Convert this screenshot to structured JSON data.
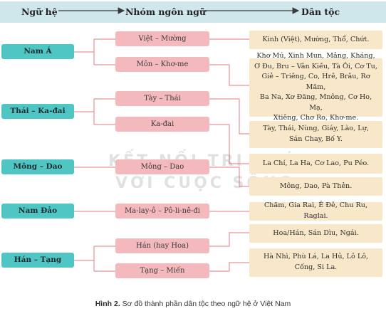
{
  "header": {
    "col1": "Ngữ hệ",
    "col2": "Nhóm ngôn ngữ",
    "col3": "Dân tộc"
  },
  "families": [
    {
      "label": "Nam Á"
    },
    {
      "label": "Thái – Ka-đai"
    },
    {
      "label": "Mông – Dao"
    },
    {
      "label": "Nam Đảo"
    },
    {
      "label": "Hán – Tạng"
    }
  ],
  "groups": [
    {
      "label": "Việt – Mường"
    },
    {
      "label": "Môn – Khơ-me"
    },
    {
      "label": "Tày – Thái"
    },
    {
      "label": "Ka-đai"
    },
    {
      "label": "Mông – Dao"
    },
    {
      "label": "Ma-lay-ô – Pô-li-nê-đi"
    },
    {
      "label": "Hán (hay Hoa)"
    },
    {
      "label": "Tạng – Miến"
    }
  ],
  "ethnic": [
    {
      "lines": [
        "Kinh (Việt), Mường, Thổ, Chứt."
      ]
    },
    {
      "lines": [
        "Khơ Mú, Xinh Mun, Mảng, Kháng,",
        "Ơ Đu, Bru – Vân Kiều, Tà Ôi, Cơ Tu,",
        "Giẻ – Triêng, Co, Hrê, Brâu, Rơ Măm,",
        "Ba Na, Xơ Đăng, Mnông, Cơ Ho, Mạ,",
        "Xtiêng, Chơ Ro, Khơ-me."
      ]
    },
    {
      "lines": [
        "Tày, Thái, Nùng, Giáy, Lào, Lự,",
        "Sán Chay, Bố Y."
      ]
    },
    {
      "lines": [
        "La Chí, La Ha, Cơ Lao, Pu Péo."
      ]
    },
    {
      "lines": [
        "Mông, Dao, Pà Thẻn."
      ]
    },
    {
      "lines": [
        "Chăm, Gia Rai, Ê Đê, Chu Ru, Raglai."
      ]
    },
    {
      "lines": [
        "Hoa/Hán, Sán Dìu, Ngái."
      ]
    },
    {
      "lines": [
        "Hà Nhì, Phù Lá, La Hủ, Lô Lô,",
        "Cống, Si La."
      ]
    }
  ],
  "watermark": {
    "line1": "KẾT NỐI TRI THỨC",
    "line2": "VỚI CUỘC SỐNG"
  },
  "caption": {
    "prefix": "Hình 2.",
    "text": "Sơ đồ thành phần dân tộc theo ngữ hệ ở Việt Nam"
  },
  "colors": {
    "header_bg": "#cfe6ea",
    "family_bg": "#4fc6c4",
    "group_bg": "#f4b9bd",
    "ethnic_bg": "#f8e7c8",
    "connector": "#e8939b"
  }
}
